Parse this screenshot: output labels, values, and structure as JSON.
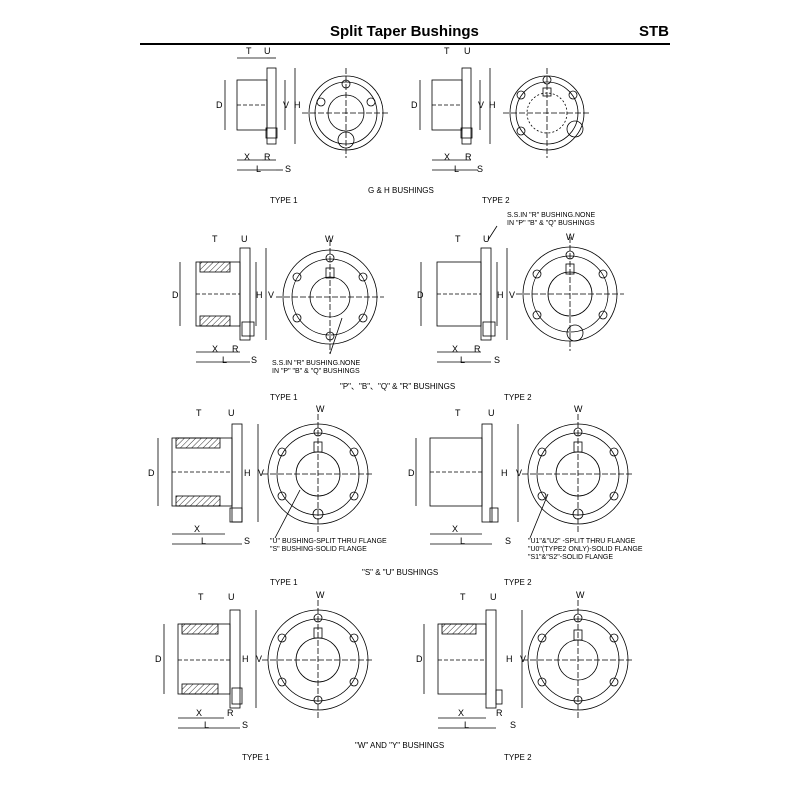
{
  "header": {
    "title": "Split Taper Bushings",
    "code": "STB"
  },
  "sections": [
    {
      "caption": "G & H BUSHINGS",
      "type1": "TYPE 1",
      "type2": "TYPE 2"
    },
    {
      "caption": "\"P\"、\"B\"、\"Q\" & \"R\" BUSHINGS",
      "type1": "TYPE 1",
      "type2": "TYPE 2",
      "note1": [
        "S.S.IN \"R\" BUSHING.NONE",
        "IN \"P\" \"B\" & \"Q\" BUSHINGS"
      ],
      "note2": [
        "S.S.IN \"R\" BUSHING.NONE",
        "IN \"P\" \"B\" & \"Q\" BUSHINGS"
      ]
    },
    {
      "caption": "\"S\" & \"U\" BUSHINGS",
      "type1": "TYPE 1",
      "type2": "TYPE 2",
      "note1": [
        "\"U\" BUSHING-SPLIT THRU FLANGE",
        "\"S\" BUSHING-SOLID FLANGE"
      ],
      "note2": [
        "\"U1\"&\"U2\" -SPLIT THRU FLANGE",
        "\"U0\"(TYPE2 ONLY)-SOLID FLANGE",
        "\"S1\"&\"S2\"-SOLID FLANGE"
      ]
    },
    {
      "caption": "\"W\" AND \"Y\" BUSHINGS",
      "type1": "TYPE 1",
      "type2": "TYPE 2"
    }
  ],
  "dims": {
    "T": "T",
    "U": "U",
    "D": "D",
    "H": "H",
    "V": "V",
    "X": "X",
    "R": "R",
    "L": "L",
    "S": "S",
    "W": "W"
  }
}
